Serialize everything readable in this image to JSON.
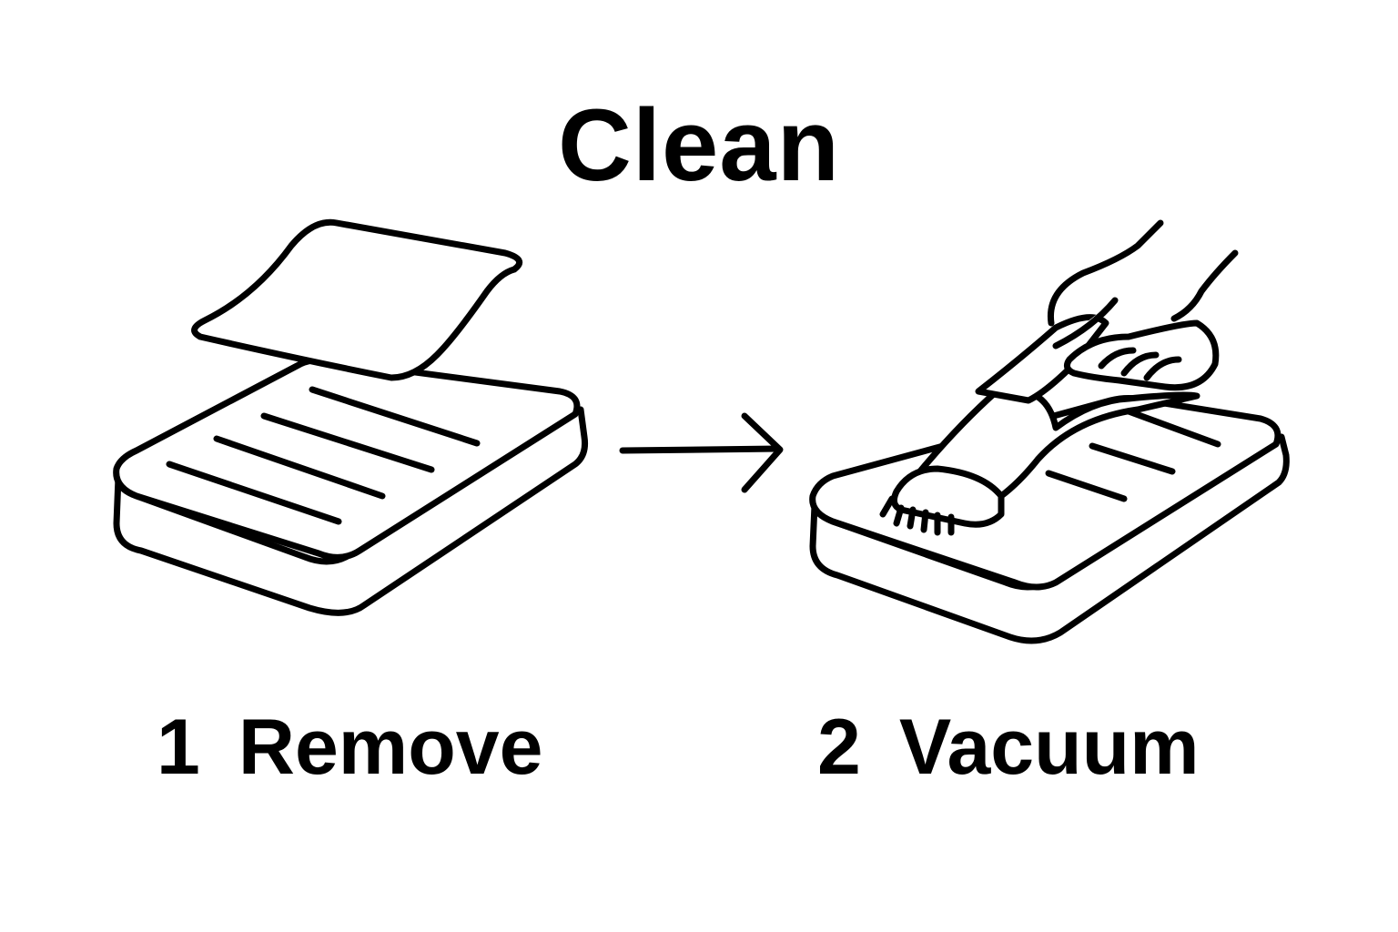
{
  "title": "Clean",
  "steps": [
    {
      "number": "1",
      "label": "Remove",
      "icon": "mattress-sheet-removal-icon"
    },
    {
      "number": "2",
      "label": "Vacuum",
      "icon": "hand-vacuum-mattress-icon"
    }
  ],
  "connector": {
    "icon": "arrow-right-icon"
  },
  "colors": {
    "ink": "#000000",
    "background": "#ffffff"
  }
}
